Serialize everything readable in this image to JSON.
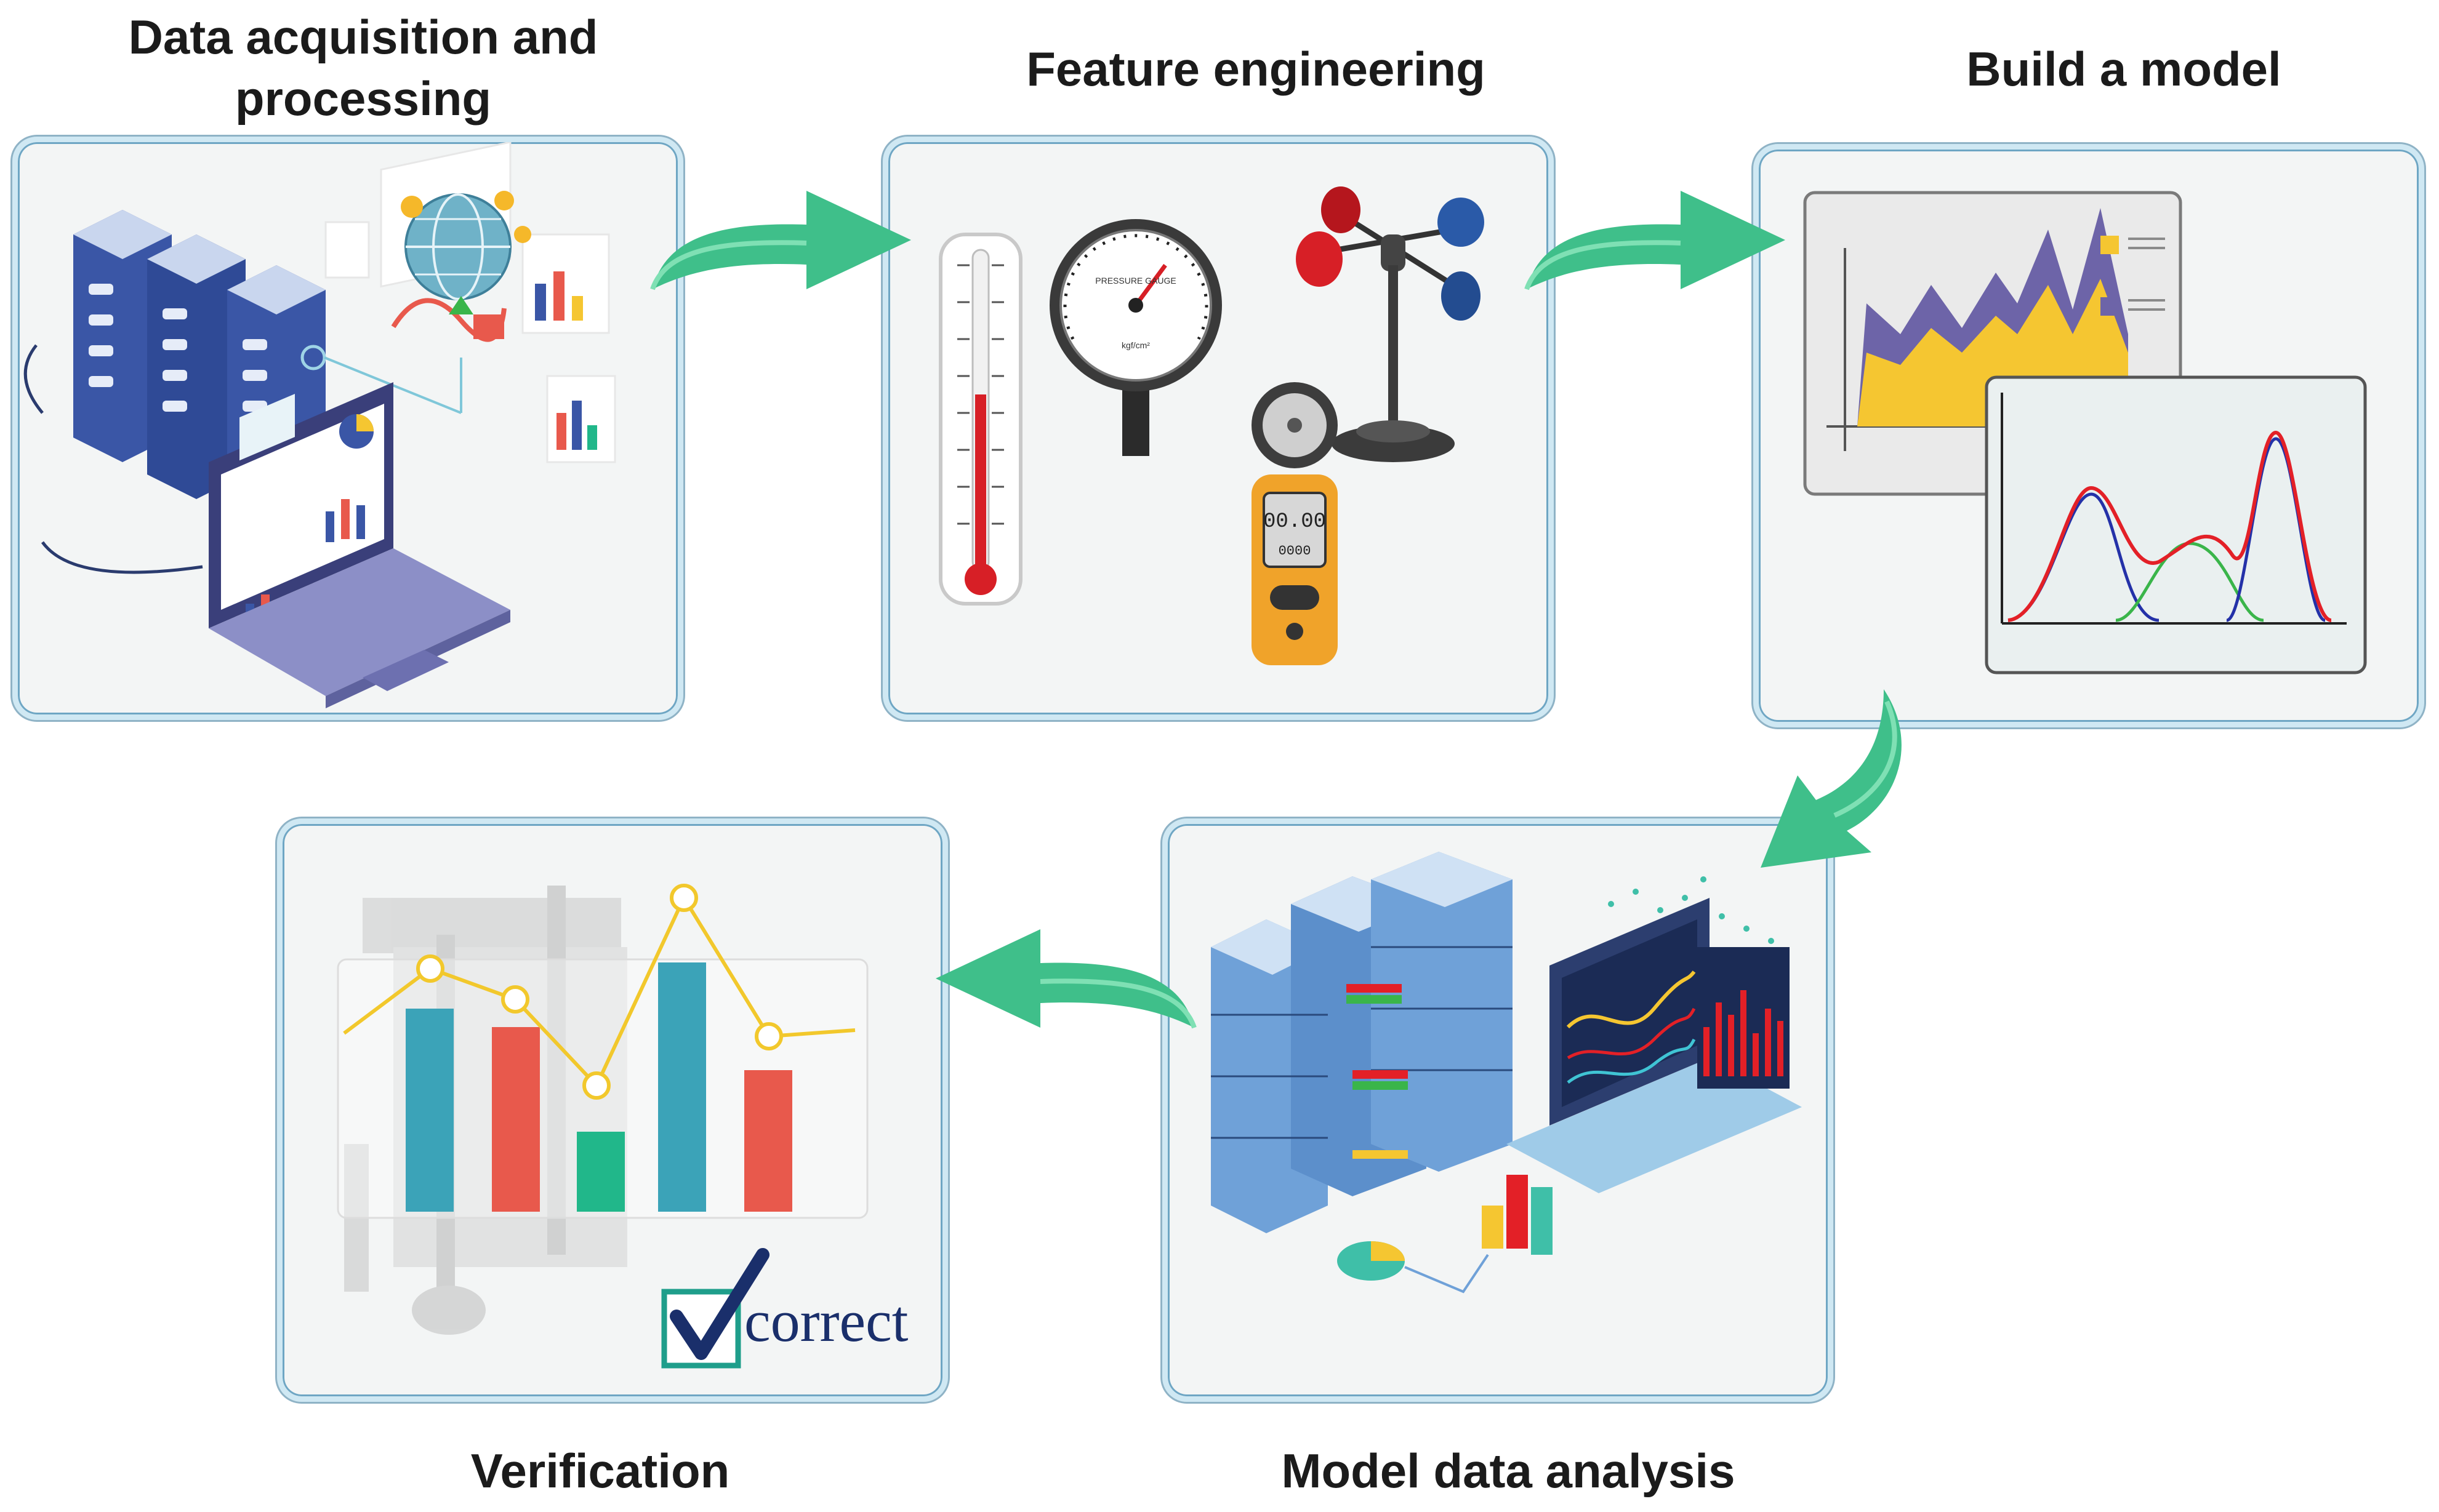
{
  "stages": [
    {
      "id": "acquisition",
      "title": "Data acquisition and\nprocessing"
    },
    {
      "id": "feature",
      "title": "Feature engineering"
    },
    {
      "id": "build",
      "title": "Build a model"
    },
    {
      "id": "analysis",
      "title": "Model data analysis"
    },
    {
      "id": "verification",
      "title": "Verification"
    }
  ],
  "instruments": {
    "gauge_label": "PRESSURE GAUGE",
    "gauge_unit": "kgf/cm²",
    "anemometer_reading": "00.00",
    "anemometer_sub": "0000"
  },
  "verification": {
    "check_label": "correct"
  },
  "colors": {
    "panel_fill": "#f3f5f5",
    "panel_border": "#cfe8f3",
    "arrow_green": "#3fbf8a",
    "server_blue": "#3a56a6",
    "chart_yellow": "#f5c631",
    "chart_purple": "#6d64a8",
    "curve_red": "#e32027",
    "curve_blue": "#2431a8",
    "curve_green": "#3ab54a",
    "bar_teal": "#3ba3b8",
    "bar_red": "#e8594c",
    "bar_green": "#21b78a",
    "line_yellow": "#f2c82c"
  }
}
